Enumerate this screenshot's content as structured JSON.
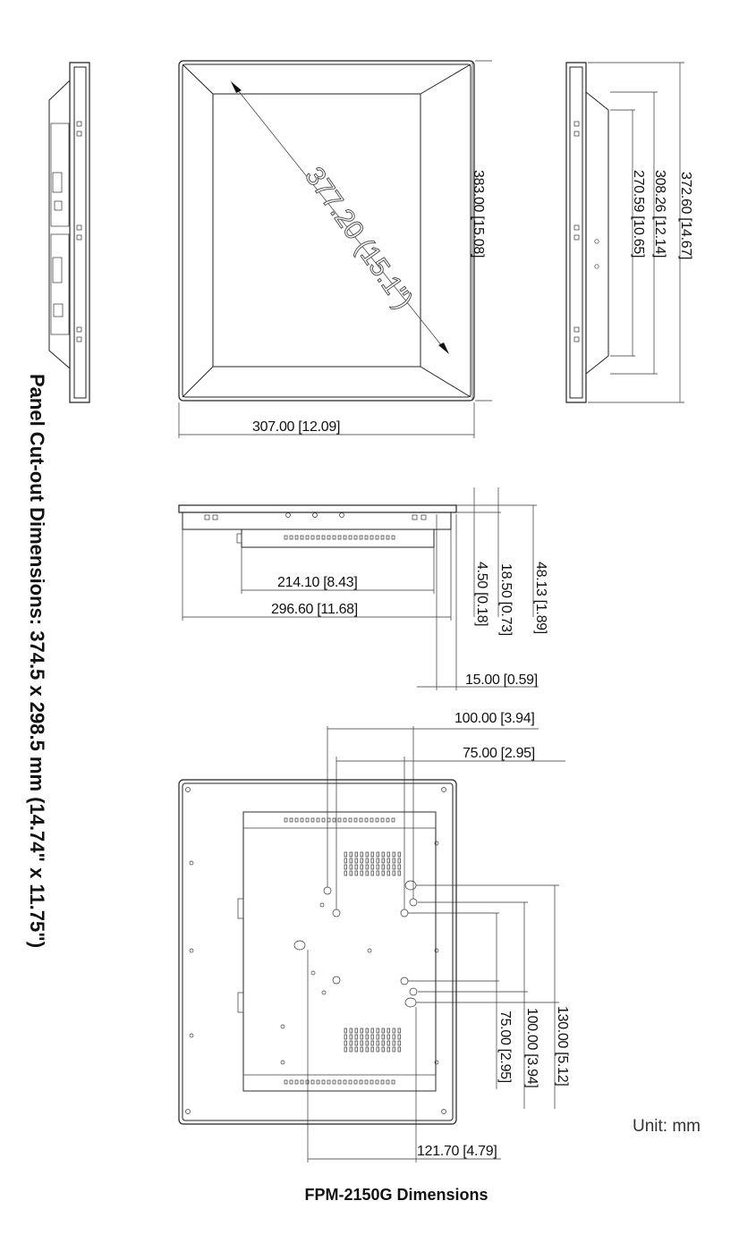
{
  "title": "FPM-2150G Dimensions",
  "cutout_note": "Panel Cut-out Dimensions: 374.5 x 298.5 mm (14.74\" x 11.75\")",
  "unit": "Unit: mm",
  "front_view": {
    "diagonal": "377.20 (15.1\")",
    "width": "307.00 [12.09]",
    "height": "383.00 [15.08]"
  },
  "side_view": {
    "h1": "372.60 [14.67]",
    "h2": "308.26 [12.14]",
    "h3": "270.59 [10.65]"
  },
  "top_view": {
    "w_inner": "214.10 [8.43]",
    "w_outer": "296.60 [11.68]",
    "d1": "4.50 [0.18]",
    "d2": "18.50 [0.73]",
    "d3": "48.13 [1.89]",
    "bezel": "15.00 [0.59]"
  },
  "rear_view": {
    "vesa100_w": "100.00 [3.94]",
    "vesa75_w": "75.00 [2.95]",
    "vesa75_h": "75.00 [2.95]",
    "vesa100_h": "100.00 [3.94]",
    "hole_h": "130.00 [5.12]",
    "hole_w": "121.70 [4.79]"
  },
  "colors": {
    "line": "#222222",
    "text": "#111111"
  }
}
